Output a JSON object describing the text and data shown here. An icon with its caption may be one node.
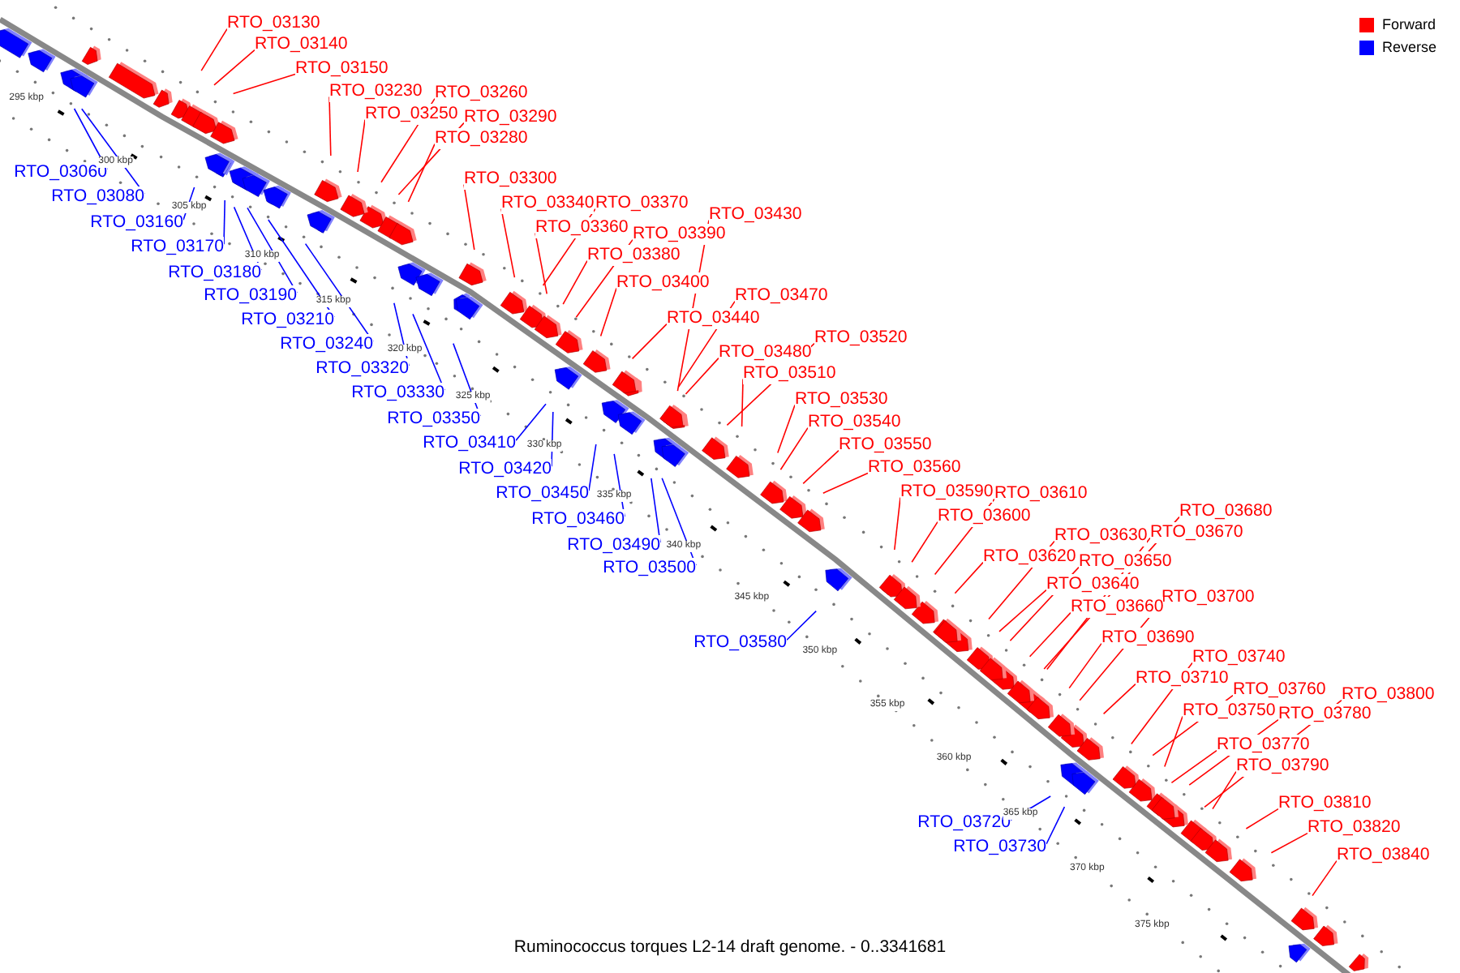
{
  "diagram": {
    "caption": "Ruminococcus torques L2-14 draft genome. - 0..3341681",
    "nodes": [
      {
        "text": [
          "RTO_03130"
        ]
      },
      {
        "text": [
          "RTO_03140"
        ]
      },
      {
        "text": [
          "RTO_03150"
        ]
      },
      {
        "text": [
          "RTO_03230"
        ]
      },
      {
        "text": [
          "RTO_03260"
        ]
      },
      {
        "text": [
          "RTO_03250"
        ]
      },
      {
        "text": [
          "RTO_03290"
        ]
      },
      {
        "text": [
          "RTO_03280"
        ]
      },
      {
        "text": [
          "RTO_03300"
        ]
      },
      {
        "text": [
          "RTO_03340"
        ]
      },
      {
        "text": [
          "RTO_03370"
        ]
      },
      {
        "text": [
          "RTO_03430"
        ]
      },
      {
        "text": [
          "RTO_03360"
        ]
      },
      {
        "text": [
          "RTO_03390"
        ]
      },
      {
        "text": [
          "RTO_03380"
        ]
      },
      {
        "text": [
          "RTO_03400"
        ]
      },
      {
        "text": [
          "RTO_03470"
        ]
      },
      {
        "text": [
          "RTO_03440"
        ]
      },
      {
        "text": [
          "RTO_03480"
        ]
      },
      {
        "text": [
          "RTO_03520"
        ]
      },
      {
        "text": [
          "RTO_03510"
        ]
      },
      {
        "text": [
          "RTO_03530"
        ]
      },
      {
        "text": [
          "RTO_03540"
        ]
      },
      {
        "text": [
          "RTO_03550"
        ]
      },
      {
        "text": [
          "RTO_03560"
        ]
      },
      {
        "text": [
          "RTO_03590"
        ]
      },
      {
        "text": [
          "RTO_03610"
        ]
      },
      {
        "text": [
          "RTO_03600"
        ]
      },
      {
        "text": [
          "RTO_03680"
        ]
      },
      {
        "text": [
          "RTO_03630"
        ]
      },
      {
        "text": [
          "RTO_03670"
        ]
      },
      {
        "text": [
          "RTO_03620"
        ]
      },
      {
        "text": [
          "RTO_03650"
        ]
      },
      {
        "text": [
          "RTO_03640"
        ]
      },
      {
        "text": [
          "RTO_03700"
        ]
      },
      {
        "text": [
          "RTO_03660"
        ]
      },
      {
        "text": [
          "RTO_03690"
        ]
      },
      {
        "text": [
          "RTO_03740"
        ]
      },
      {
        "text": [
          "RTO_03710"
        ]
      },
      {
        "text": [
          "RTO_03760"
        ]
      },
      {
        "text": [
          "RTO_03800"
        ]
      },
      {
        "text": [
          "RTO_03750"
        ]
      },
      {
        "text": [
          "RTO_03780"
        ]
      },
      {
        "text": [
          "RTO_03770"
        ]
      },
      {
        "text": [
          "RTO_03790"
        ]
      },
      {
        "text": [
          "RTO_03810"
        ]
      },
      {
        "text": [
          "RTO_03820"
        ]
      },
      {
        "text": [
          "RTO_03840"
        ]
      },
      {
        "text": [
          "RTO_03060"
        ]
      },
      {
        "text": [
          "RTO_03080"
        ]
      },
      {
        "text": [
          "RTO_03160"
        ]
      },
      {
        "text": [
          "RTO_03170"
        ]
      },
      {
        "text": [
          "RTO_03180"
        ]
      },
      {
        "text": [
          "RTO_03190"
        ]
      },
      {
        "text": [
          "RTO_03210"
        ]
      },
      {
        "text": [
          "RTO_03240"
        ]
      },
      {
        "text": [
          "RTO_03320"
        ]
      },
      {
        "text": [
          "RTO_03330"
        ]
      },
      {
        "text": [
          "RTO_03350"
        ]
      },
      {
        "text": [
          "RTO_03410"
        ]
      },
      {
        "text": [
          "RTO_03420"
        ]
      },
      {
        "text": [
          "RTO_03450"
        ]
      },
      {
        "text": [
          "RTO_03460"
        ]
      },
      {
        "text": [
          "RTO_03490"
        ]
      },
      {
        "text": [
          "RTO_03500"
        ]
      },
      {
        "text": [
          "RTO_03580"
        ]
      },
      {
        "text": [
          "RTO_03720"
        ]
      },
      {
        "text": [
          "RTO_03730"
        ]
      }
    ],
    "edges": [
      {
        "from": 0,
        "to": null,
        "arrow": "none"
      },
      {
        "from": 1,
        "to": null,
        "arrow": "none"
      },
      {
        "from": 2,
        "to": null,
        "arrow": "none"
      },
      {
        "from": 3,
        "to": null,
        "arrow": "none"
      },
      {
        "from": 4,
        "to": null,
        "arrow": "none"
      },
      {
        "from": 5,
        "to": null,
        "arrow": "none"
      },
      {
        "from": 6,
        "to": null,
        "arrow": "none"
      },
      {
        "from": 7,
        "to": null,
        "arrow": "none"
      },
      {
        "from": 8,
        "to": null,
        "arrow": "none"
      },
      {
        "from": 9,
        "to": null,
        "arrow": "none"
      },
      {
        "from": 10,
        "to": null,
        "arrow": "none"
      },
      {
        "from": 11,
        "to": null,
        "arrow": "none"
      },
      {
        "from": 12,
        "to": null,
        "arrow": "none"
      },
      {
        "from": 13,
        "to": null,
        "arrow": "none"
      },
      {
        "from": 14,
        "to": null,
        "arrow": "none"
      },
      {
        "from": 15,
        "to": null,
        "arrow": "none"
      },
      {
        "from": 16,
        "to": null,
        "arrow": "none"
      },
      {
        "from": 17,
        "to": null,
        "arrow": "none"
      },
      {
        "from": 18,
        "to": null,
        "arrow": "none"
      },
      {
        "from": 19,
        "to": null,
        "arrow": "none"
      },
      {
        "from": 20,
        "to": null,
        "arrow": "none"
      },
      {
        "from": 21,
        "to": null,
        "arrow": "none"
      },
      {
        "from": 22,
        "to": null,
        "arrow": "none"
      },
      {
        "from": 23,
        "to": null,
        "arrow": "none"
      },
      {
        "from": 24,
        "to": null,
        "arrow": "none"
      },
      {
        "from": 25,
        "to": null,
        "arrow": "none"
      },
      {
        "from": 26,
        "to": null,
        "arrow": "none"
      },
      {
        "from": 27,
        "to": null,
        "arrow": "none"
      },
      {
        "from": 28,
        "to": null,
        "arrow": "none"
      },
      {
        "from": 29,
        "to": null,
        "arrow": "none"
      },
      {
        "from": 30,
        "to": null,
        "arrow": "none"
      },
      {
        "from": 31,
        "to": null,
        "arrow": "none"
      },
      {
        "from": 32,
        "to": null,
        "arrow": "none"
      },
      {
        "from": 33,
        "to": null,
        "arrow": "none"
      },
      {
        "from": 34,
        "to": null,
        "arrow": "none"
      },
      {
        "from": 35,
        "to": null,
        "arrow": "none"
      },
      {
        "from": 36,
        "to": null,
        "arrow": "none"
      },
      {
        "from": 37,
        "to": null,
        "arrow": "none"
      },
      {
        "from": 38,
        "to": null,
        "arrow": "none"
      },
      {
        "from": 39,
        "to": null,
        "arrow": "none"
      },
      {
        "from": 40,
        "to": null,
        "arrow": "none"
      },
      {
        "from": 41,
        "to": null,
        "arrow": "none"
      },
      {
        "from": 42,
        "to": null,
        "arrow": "none"
      },
      {
        "from": 43,
        "to": null,
        "arrow": "none"
      },
      {
        "from": 44,
        "to": null,
        "arrow": "none"
      },
      {
        "from": 45,
        "to": null,
        "arrow": "none"
      },
      {
        "from": 46,
        "to": null,
        "arrow": "none"
      },
      {
        "from": 47,
        "to": null,
        "arrow": "none"
      },
      {
        "from": 48,
        "to": null,
        "arrow": "none",
        "color": "#0000ff"
      },
      {
        "from": 49,
        "to": null,
        "arrow": "none",
        "color": "#0000ff"
      },
      {
        "from": 50,
        "to": null,
        "arrow": "none",
        "color": "#0000ff"
      },
      {
        "from": 51,
        "to": null,
        "arrow": "none",
        "color": "#0000ff"
      },
      {
        "from": 52,
        "to": null,
        "arrow": "none",
        "color": "#0000ff"
      },
      {
        "from": 53,
        "to": null,
        "arrow": "none",
        "color": "#0000ff"
      },
      {
        "from": 54,
        "to": null,
        "arrow": "none",
        "color": "#0000ff"
      },
      {
        "from": 55,
        "to": null,
        "arrow": "none",
        "color": "#0000ff"
      },
      {
        "from": 56,
        "to": null,
        "arrow": "none",
        "color": "#0000ff"
      },
      {
        "from": 57,
        "to": null,
        "arrow": "none",
        "color": "#0000ff"
      },
      {
        "from": 58,
        "to": null,
        "arrow": "none",
        "color": "#0000ff"
      },
      {
        "from": 59,
        "to": null,
        "arrow": "none",
        "color": "#0000ff"
      },
      {
        "from": 60,
        "to": null,
        "arrow": "none",
        "color": "#0000ff"
      },
      {
        "from": 61,
        "to": null,
        "arrow": "none",
        "color": "#0000ff"
      },
      {
        "from": 62,
        "to": null,
        "arrow": "none",
        "color": "#0000ff"
      },
      {
        "from": 63,
        "to": null,
        "arrow": "none",
        "color": "#0000ff"
      },
      {
        "from": 64,
        "to": null,
        "arrow": "none",
        "color": "#0000ff"
      },
      {
        "from": 65,
        "to": null,
        "arrow": "none",
        "color": "#0000ff"
      },
      {
        "from": 66,
        "to": null,
        "arrow": "none",
        "color": "#0000ff"
      },
      {
        "from": 67,
        "to": null,
        "arrow": "none",
        "color": "#0000ff"
      }
    ],
    "labels": [
      "295 kbp",
      "300 kbp",
      "305 kbp",
      "310 kbp",
      "315 kbp",
      "320 kbp",
      "325 kbp",
      "330 kbp",
      "335 kbp",
      "340 kbp",
      "345 kbp",
      "350 kbp",
      "355 kbp",
      "360 kbp",
      "365 kbp",
      "370 kbp",
      "375 kbp"
    ],
    "legend": [
      {
        "text": "Forward",
        "color": "#ff0000"
      },
      {
        "text": "Reverse",
        "color": "#0000ff"
      }
    ]
  }
}
